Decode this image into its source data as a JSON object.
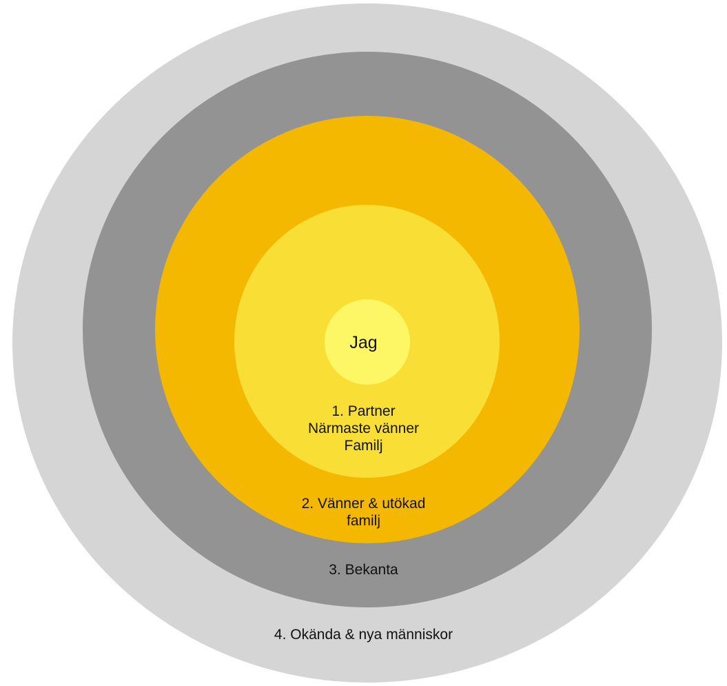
{
  "diagram": {
    "center": {
      "label": "Jag",
      "color": "#FDF765"
    },
    "circles": [
      {
        "number": 1,
        "lines": [
          "1. Partner",
          "Närmaste vänner",
          "Familj"
        ],
        "color": "#F9DE35"
      },
      {
        "number": 2,
        "lines": [
          "2. Vänner & utökad",
          "familj"
        ],
        "color": "#F5B800"
      },
      {
        "number": 3,
        "lines": [
          "3. Bekanta"
        ],
        "color": "#939393"
      },
      {
        "number": 4,
        "lines": [
          "4. Okända & nya människor"
        ],
        "color": "#D5D5D5"
      }
    ]
  }
}
